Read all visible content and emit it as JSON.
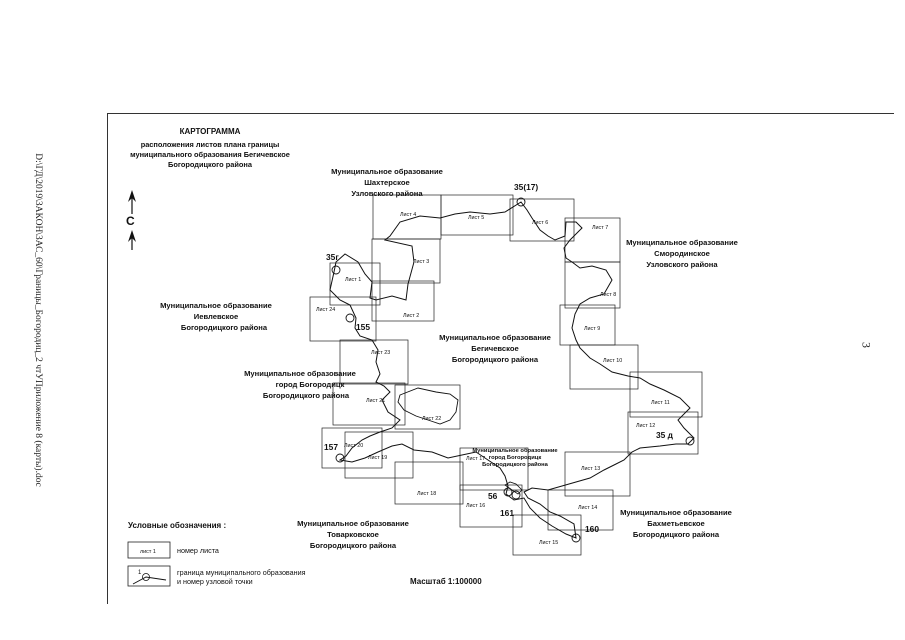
{
  "side_text": {
    "left": "D:\\ГД\\2019\\ЗАКОН\\ЗАС_60\\Границы_Богородиц_2 чтУПриложение 8 (карты).doc",
    "page_number": "3"
  },
  "title": {
    "line1": "КАРТОГРАММА",
    "line2": "расположения листов плана  границы",
    "line3": "муниципального образования Бегичевское",
    "line4": "Богородицкого района"
  },
  "north_letter": "С",
  "regions": {
    "shakhterskoe": [
      "Муниципальное образование",
      "Шахтерское",
      "Узловского района"
    ],
    "smorodinskoe": [
      "Муниципальное образование",
      "Смородинское",
      "Узловского района"
    ],
    "ievlevskoe": [
      "Муниципальное образование",
      "Иевлевское",
      "Богородицкого района"
    ],
    "begichevskoe": [
      "Муниципальное образование",
      "Бегичевское",
      "Богородицкого района"
    ],
    "bogoroditsk": [
      "Муниципальное образование",
      "город Богородицк",
      "Богородицкого района"
    ],
    "bogoroditsk_small": [
      "Муниципальное образование",
      "город Богородицк",
      "Богородицкого района"
    ],
    "tovarkovskoe": [
      "Муниципальное образование",
      "Товарковское",
      "Богородицкого района"
    ],
    "bakhmetyevskoe": [
      "Муниципальное образование",
      "Бахметьевское",
      "Богородицкого района"
    ]
  },
  "sheets": [
    "Лист 1",
    "Лист 2",
    "Лист 3",
    "Лист 4",
    "Лист 5",
    "Лист 6",
    "Лист 7",
    "Лист 8",
    "Лист 9",
    "Лист 10",
    "Лист 11",
    "Лист 12",
    "Лист 13",
    "Лист 14",
    "Лист 15",
    "Лист 16",
    "Лист 17",
    "Лист 18",
    "Лист 19",
    "Лист 20",
    "Лист 21",
    "Лист 22",
    "Лист 23",
    "Лист 24"
  ],
  "nodes": [
    "35(17)",
    "35г",
    "155",
    "35 д",
    "157",
    "56",
    "161",
    "160"
  ],
  "legend": {
    "title": "Условные обозначения :",
    "sample_sheet": "лист 1",
    "sheet_desc": "номер листа",
    "node_sample": "1",
    "boundary_desc_line1": "граница муниципального образования",
    "boundary_desc_line2": "и номер узловой точки"
  },
  "scale": "Масштаб 1:100000"
}
